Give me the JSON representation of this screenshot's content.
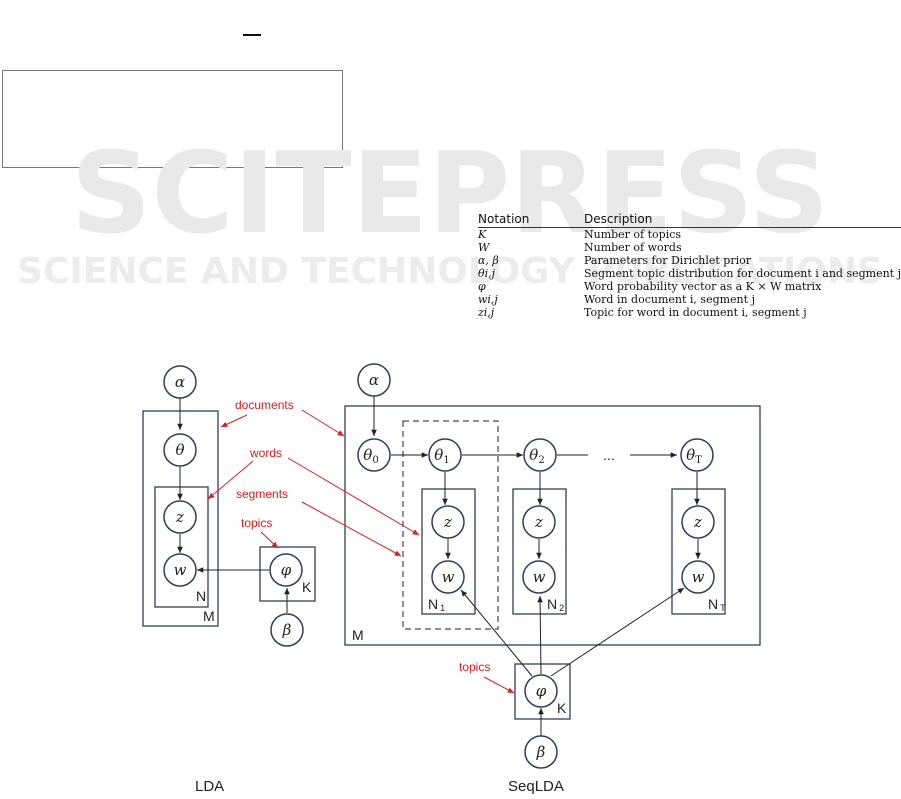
{
  "watermark": {
    "line1": "SCITEPRESS",
    "line2": "SCIENCE AND TECHNOLOGY PUBLICATIONS"
  },
  "table": {
    "header": {
      "notation": "Notation",
      "description": "Description"
    },
    "rows": [
      {
        "symbol": "K",
        "description": "Number of topics"
      },
      {
        "symbol": "W",
        "description": "Number of words"
      },
      {
        "symbol": "α, β",
        "description": "Parameters for Dirichlet prior"
      },
      {
        "symbol": "θi,j",
        "description": "Segment topic distribution for document i and segment j"
      },
      {
        "symbol": "φ",
        "description": "Word probability vector as a K × W matrix"
      },
      {
        "symbol": "wi,j",
        "description": "Word in document i, segment j"
      },
      {
        "symbol": "zi,j",
        "description": "Topic for word in document i, segment j"
      }
    ]
  },
  "diagram": {
    "lda": {
      "alpha": "α",
      "theta": "θ",
      "z": "z",
      "w": "w",
      "phi": "φ",
      "beta": "β",
      "plate_n": "N",
      "plate_m": "M",
      "plate_k": "K",
      "caption": "LDA"
    },
    "seqlda": {
      "alpha": "α",
      "theta0": "θ",
      "theta0_sub": "0",
      "theta1": "θ",
      "theta1_sub": "1",
      "theta2": "θ",
      "theta2_sub": "2",
      "thetaT": "θ",
      "thetaT_sub": "T",
      "ellipsis": "...",
      "z": "z",
      "w": "w",
      "phi": "φ",
      "beta": "β",
      "plate_n1": "N",
      "plate_n1_sub": "1",
      "plate_n2": "N",
      "plate_n2_sub": "2",
      "plate_nt": "N",
      "plate_nt_sub": "T",
      "plate_m": "M",
      "plate_k": "K",
      "caption": "SeqLDA"
    },
    "annotations": {
      "documents": "documents",
      "words": "words",
      "segments": "segments",
      "topics_lda": "topics",
      "topics_seq": "topics"
    },
    "colors": {
      "node": "#2e3f5c",
      "annotation": "#d42020"
    }
  }
}
